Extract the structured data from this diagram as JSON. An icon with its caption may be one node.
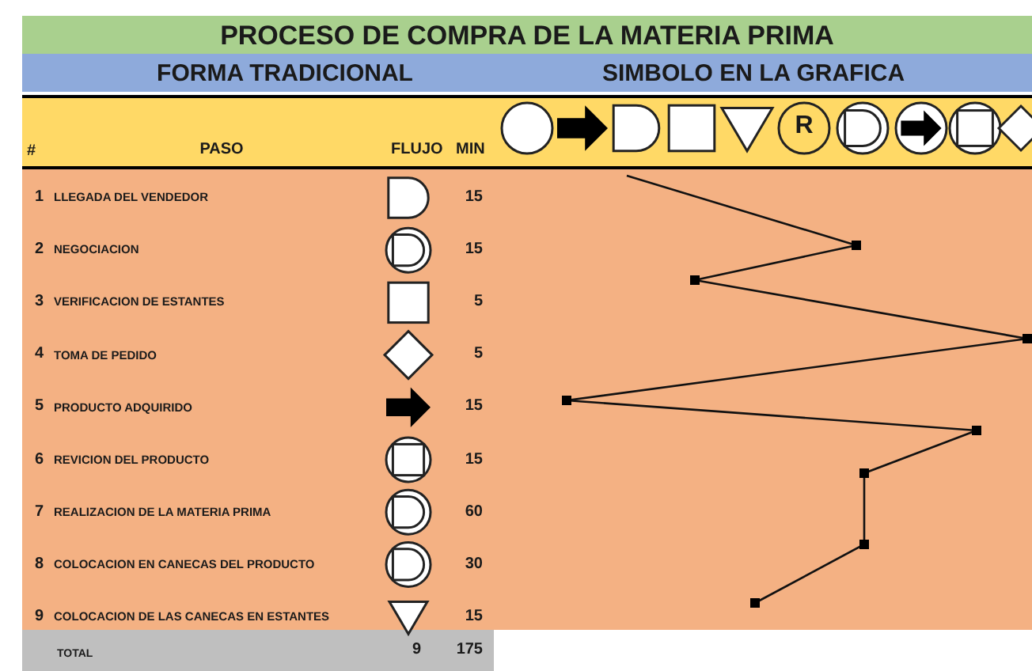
{
  "diagram": {
    "title": "PROCESO DE COMPRA DE LA MATERIA PRIMA",
    "labels": [
      "FORMA TRADICIONAL",
      "SIMBOLO EN LA GRAFICA",
      "#",
      "PASO",
      "FLUJO",
      "MIN",
      "R",
      "1",
      "LLEGADA DEL VENDEDOR",
      "15",
      "2",
      "NEGOCIACION",
      "15",
      "3",
      "VERIFICACION DE ESTANTES",
      "5",
      "4",
      "TOMA DE PEDIDO",
      "5",
      "5",
      "PRODUCTO ADQUIRIDO",
      "15",
      "6",
      "REVICION DEL PRODUCTO",
      "15",
      "7",
      "REALIZACION DE LA MATERIA PRIMA",
      "60",
      "8",
      "COLOCACION EN CANECAS DEL PRODUCTO",
      "30",
      "9",
      "COLOCACION DE LAS CANECAS EN ESTANTES",
      "15",
      "TOTAL",
      "9",
      "175"
    ]
  }
}
